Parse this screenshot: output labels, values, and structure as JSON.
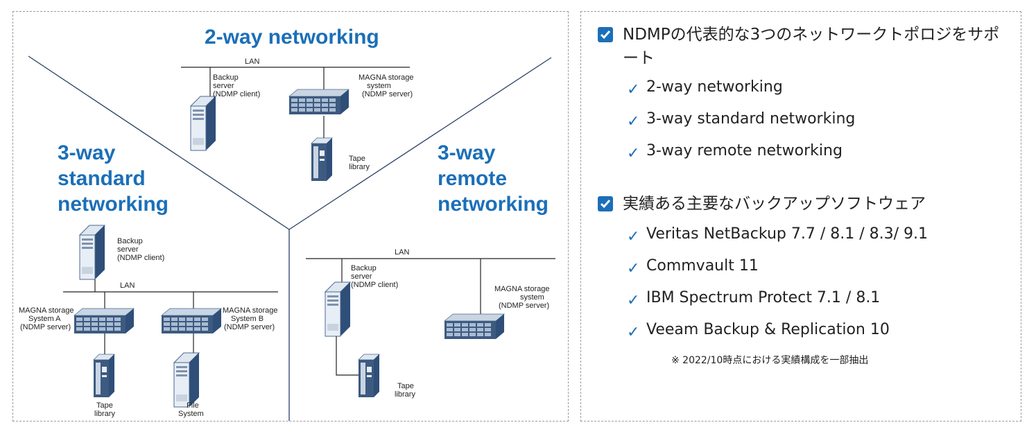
{
  "diagram": {
    "sections": {
      "two_way": "2-way networking",
      "three_way_standard": [
        "3-way",
        "standard",
        "networking"
      ],
      "three_way_remote": [
        "3-way",
        "remote",
        "networking"
      ]
    },
    "two_way": {
      "lan": "LAN",
      "backup_server": [
        "Backup",
        "server",
        "(NDMP client)"
      ],
      "magna": [
        "MAGNA  storage",
        "system",
        "(NDMP server)"
      ],
      "tape": [
        "Tape",
        "library"
      ]
    },
    "standard": {
      "lan": "LAN",
      "backup_server": [
        "Backup",
        "server",
        "(NDMP client)"
      ],
      "magna_a": [
        "MAGNA storage",
        "System A",
        "(NDMP server)"
      ],
      "magna_b": [
        "MAGNA storage",
        "System B",
        "(NDMP server)"
      ],
      "tape": [
        "Tape",
        "library"
      ],
      "file_system": [
        "File",
        "System"
      ]
    },
    "remote": {
      "lan": "LAN",
      "backup_server": [
        "Backup",
        "server",
        "(NDMP client)"
      ],
      "magna": [
        "MAGNA storage",
        "system",
        "(NDMP server)"
      ],
      "tape": [
        "Tape",
        "library"
      ]
    }
  },
  "features": {
    "heading1": "NDMPの代表的な3つのネットワークトポロジをサポート",
    "topologies": [
      "2-way networking",
      "3-way standard networking",
      "3-way remote networking"
    ],
    "heading2": "実績ある主要なバックアップソフトウェア",
    "software": [
      "Veritas NetBackup 7.7 / 8.1 / 8.3/ 9.1",
      "Commvault 11",
      "IBM Spectrum Protect 7.1 / 8.1",
      "Veeam Backup & Replication 10"
    ],
    "note": "※ 2022/10時点における実績構成を一部抽出"
  },
  "colors": {
    "accent": "#1b6fb8",
    "device": "#3d5a80",
    "device_light": "#dfe7f0"
  }
}
